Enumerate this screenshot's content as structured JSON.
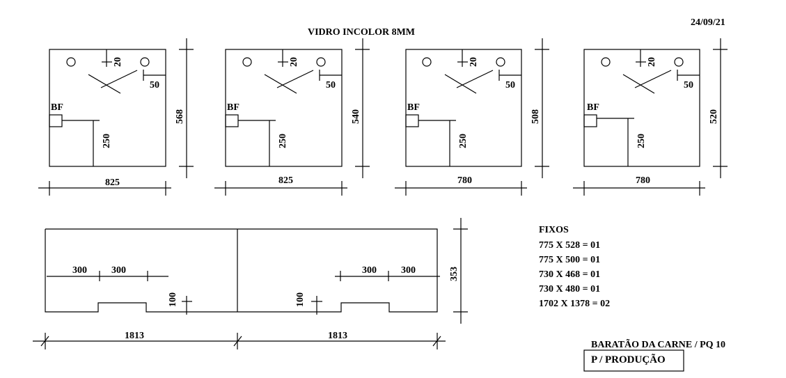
{
  "header": {
    "title": "VIDRO INCOLOR 8MM",
    "date": "24/09/21"
  },
  "panels": [
    {
      "width": "825",
      "height": "568",
      "bf": "BF",
      "d20": "20",
      "d50": "50",
      "d250": "250"
    },
    {
      "width": "825",
      "height": "540",
      "bf": "BF",
      "d20": "20",
      "d50": "50",
      "d250": "250"
    },
    {
      "width": "780",
      "height": "508",
      "bf": "BF",
      "d20": "20",
      "d50": "50",
      "d250": "250"
    },
    {
      "width": "780",
      "height": "520",
      "bf": "BF",
      "d20": "20",
      "d50": "50",
      "d250": "250"
    }
  ],
  "bottom_panel": {
    "height": "353",
    "left": {
      "width": "1813",
      "d300a": "300",
      "d300b": "300",
      "d100": "100"
    },
    "right": {
      "width": "1813",
      "d300a": "300",
      "d300b": "300",
      "d100": "100"
    }
  },
  "fixos": {
    "title": "FIXOS",
    "items": [
      "775 X 528 = 01",
      "775 X 500 = 01",
      "730 X 468 = 01",
      "730 X 480 = 01",
      "1702 X 1378 = 02"
    ]
  },
  "footer": {
    "client": "BARATÃO DA CARNE / PQ 10",
    "stamp": "P / PRODUÇÃO"
  }
}
